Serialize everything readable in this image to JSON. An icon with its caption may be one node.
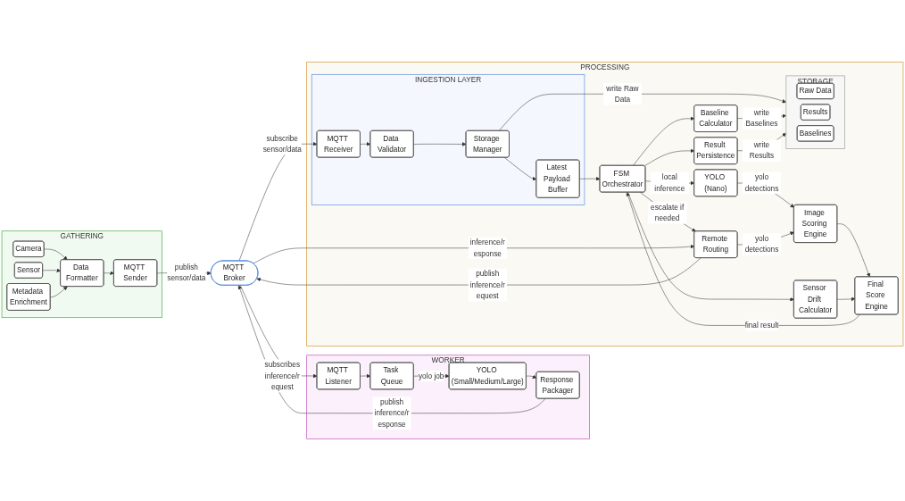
{
  "diagram": {
    "nodes": [
      {
        "text": [
          "GATHERING"
        ]
      },
      {
        "text": [
          "Camera"
        ],
        "in": 0
      },
      {
        "text": [
          "Sensor"
        ],
        "in": 0
      },
      {
        "text": [
          "Metadata Enrichment"
        ],
        "in": 0
      },
      {
        "text": [
          "Data Formatter"
        ],
        "in": 0
      },
      {
        "text": [
          "MQTT Sender"
        ],
        "in": 0
      },
      {
        "text": [
          "MQTT Broker"
        ]
      },
      {
        "text": [
          "WORKER"
        ]
      },
      {
        "text": [
          "MQTT Listener"
        ],
        "in": 7
      },
      {
        "text": [
          "Task Queue"
        ],
        "in": 7
      },
      {
        "text": [
          "YOLO (Small/Medium/Large)"
        ],
        "in": 7
      },
      {
        "text": [
          "Response Packager"
        ],
        "in": 7
      },
      {
        "text": [
          "PROCESSING"
        ]
      },
      {
        "text": [
          "INGESTION LAYER"
        ],
        "in": 12
      },
      {
        "text": [
          "MQTT Receiver"
        ],
        "in": 13
      },
      {
        "text": [
          "Data Validator"
        ],
        "in": 13
      },
      {
        "text": [
          "Storage Manager"
        ],
        "in": 13
      },
      {
        "text": [
          "Latest Payload Buffer"
        ],
        "in": 13
      },
      {
        "text": [
          "FSM Orchestrator"
        ],
        "in": 12
      },
      {
        "text": [
          "Baseline Calculator"
        ],
        "in": 12
      },
      {
        "text": [
          "Result Persistence"
        ],
        "in": 12
      },
      {
        "text": [
          "STORAGE"
        ],
        "in": 12
      },
      {
        "text": [
          "Raw Data"
        ],
        "in": 21
      },
      {
        "text": [
          "Results"
        ],
        "in": 21
      },
      {
        "text": [
          "Baselines"
        ],
        "in": 21
      },
      {
        "text": [
          "YOLO (Nano)"
        ],
        "in": 12
      },
      {
        "text": [
          "Remote Routing"
        ],
        "in": 12
      },
      {
        "text": [
          "Image Scoring Engine"
        ],
        "in": 12
      },
      {
        "text": [
          "Final Score Engine"
        ],
        "in": 12
      },
      {
        "text": [
          "Sensor Drift Calculator"
        ],
        "in": 12
      }
    ],
    "edges": [
      {
        "from": 1,
        "to": 4,
        "arrow": "to"
      },
      {
        "from": 2,
        "to": 4,
        "arrow": "to"
      },
      {
        "from": 3,
        "to": 4,
        "arrow": "to"
      },
      {
        "from": 4,
        "to": 5,
        "arrow": "to"
      },
      {
        "from": 5,
        "to": 6,
        "arrow": "to",
        "label": "publish sensor/data"
      },
      {
        "from": 6,
        "to": 8,
        "arrow": "to",
        "label": "subscribes inference/request"
      },
      {
        "from": 8,
        "to": 9,
        "arrow": "to"
      },
      {
        "from": 9,
        "to": 10,
        "arrow": "to",
        "label": "yolo job"
      },
      {
        "from": 10,
        "to": 11,
        "arrow": "to"
      },
      {
        "from": 11,
        "to": 6,
        "arrow": "to",
        "label": "publish inference/response"
      },
      {
        "from": 6,
        "to": 14,
        "arrow": "to",
        "label": "subscribe sensor/data"
      },
      {
        "from": 14,
        "to": 15,
        "arrow": "to"
      },
      {
        "from": 15,
        "to": 16,
        "arrow": "to"
      },
      {
        "from": 16,
        "to": 21,
        "arrow": "to",
        "label": "write Raw Data"
      },
      {
        "from": 16,
        "to": 17,
        "arrow": "to"
      },
      {
        "from": 17,
        "to": 18,
        "arrow": "to"
      },
      {
        "from": 18,
        "to": 19,
        "arrow": "to"
      },
      {
        "from": 19,
        "to": 21,
        "arrow": "to",
        "label": "write Baselines"
      },
      {
        "from": 18,
        "to": 20,
        "arrow": "to"
      },
      {
        "from": 20,
        "to": 21,
        "arrow": "to",
        "label": "write Results"
      },
      {
        "from": 28,
        "to": 18,
        "arrow": "to",
        "label": "final result"
      },
      {
        "from": 18,
        "to": 25,
        "arrow": "to",
        "label": "local inference"
      },
      {
        "from": 18,
        "to": 26,
        "arrow": "to",
        "label": "escalate if needed"
      },
      {
        "from": 18,
        "to": 29,
        "arrow": "to"
      },
      {
        "from": 25,
        "to": 27,
        "arrow": "to",
        "label": "yolo detections"
      },
      {
        "from": 26,
        "to": 27,
        "arrow": "to",
        "label": "yolo detections"
      },
      {
        "from": 27,
        "to": 28,
        "arrow": "to"
      },
      {
        "from": 29,
        "to": 28,
        "arrow": "to"
      },
      {
        "from": 6,
        "to": 26,
        "arrow": "to",
        "label": "inference/response"
      },
      {
        "from": 26,
        "to": 6,
        "arrow": "to",
        "label": "publish inference/request"
      }
    ]
  }
}
